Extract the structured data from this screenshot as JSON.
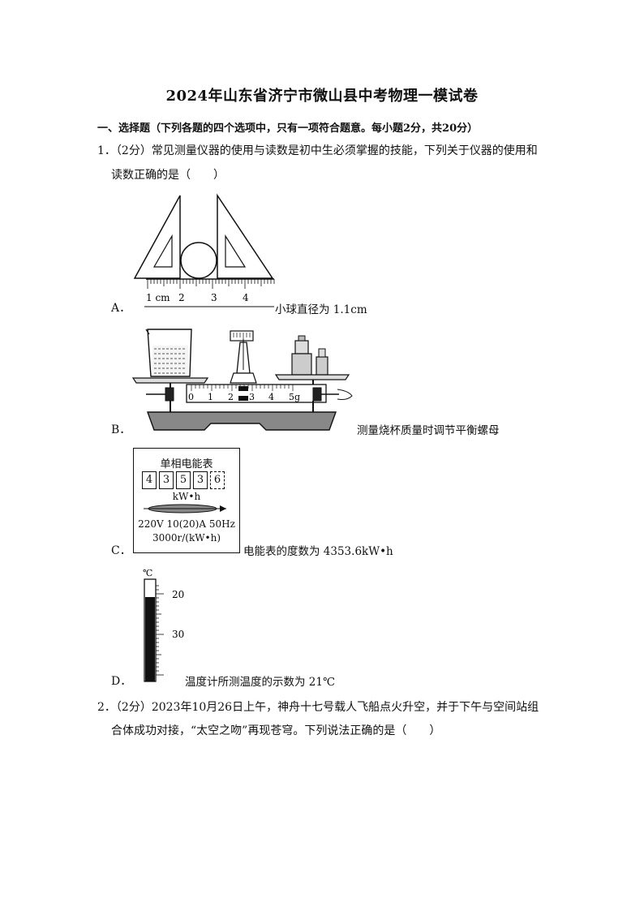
{
  "title": "2024年山东省济宁市微山县中考物理一模试卷",
  "section": "一、选择题（下列各题的四个选项中，只有一项符合题意。每小题2分，共20分）",
  "q1": {
    "line1": "1．（2分）常见测量仪器的使用与读数是初中生必须掌握的技能，下列关于仪器的使用和",
    "line2": "读数正确的是（　　）"
  },
  "optA": {
    "letter": "A．",
    "caption": "小球直径为 1.1cm",
    "ruler_labels": [
      "1 cm",
      "2",
      "3",
      "4"
    ]
  },
  "optB": {
    "letter": "B．",
    "caption": "测量烧杯质量时调节平衡螺母",
    "scale_labels": [
      "0",
      "1",
      "2",
      "3",
      "4",
      "5g"
    ]
  },
  "optC": {
    "letter": "C．",
    "caption": "电能表的度数为 4353.6kW•h",
    "meter_title": "单相电能表",
    "digits": [
      "4",
      "3",
      "5",
      "3",
      "6"
    ],
    "unit": "kW•h",
    "spec1": "220V 10(20)A 50Hz",
    "spec2": "3000r/(kW•h)"
  },
  "optD": {
    "letter": "D．",
    "caption": "温度计所测温度的示数为 21℃",
    "unit": "℃",
    "labels": [
      "20",
      "30"
    ]
  },
  "q2": {
    "line1": "2．（2分）2023年10月26日上午，神舟十七号载人飞船点火升空，并于下午与空间站组",
    "line2": "合体成功对接，“太空之吻”再现苍穹。下列说法正确的是（　　）"
  }
}
